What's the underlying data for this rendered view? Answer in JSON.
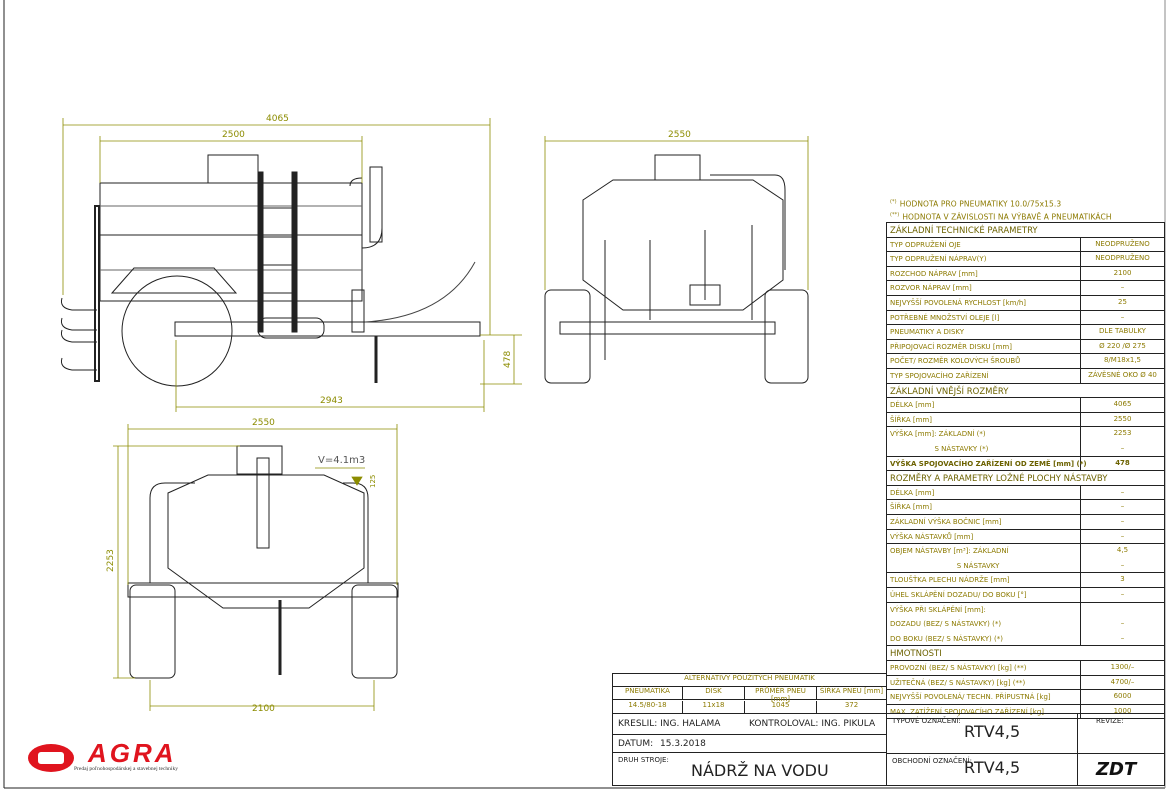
{
  "dimensions": {
    "side_length": "4065",
    "side_tank_length": "2500",
    "side_wheel_to_hitch": "2943",
    "side_hitch_height": "478",
    "rear_width": "2550",
    "front_width": "2550",
    "front_height": "2253",
    "front_volume": "V=4.1m3",
    "front_fill_gap": "125",
    "front_track": "2100"
  },
  "footnotes": [
    {
      "mark": "(*)",
      "text": "HODNOTA PRO PNEUMATIKY 10.0/75x15.3"
    },
    {
      "mark": "(**)",
      "text": "HODNOTA V ZÁVISLOSTI NA VÝBAVĚ A PNEUMATIKÁCH"
    }
  ],
  "params": [
    {
      "section": true,
      "lines": [
        "ZÁKLADNÍ TECHNICKÉ PARAMETRY"
      ]
    },
    {
      "lines": [
        "TYP ODPRUŽENÍ OJE"
      ],
      "values": [
        "NEODPRUŽENO"
      ]
    },
    {
      "lines": [
        "TYP ODPRUŽENÍ NÁPRAV(Y)"
      ],
      "values": [
        "NEODPRUŽENO"
      ]
    },
    {
      "lines": [
        "ROZCHOD NÁPRAV [mm]"
      ],
      "values": [
        "2100"
      ]
    },
    {
      "lines": [
        "ROZVOR NÁPRAV [mm]"
      ],
      "values": [
        "–"
      ]
    },
    {
      "lines": [
        "NEJVYŠŠÍ POVOLENÁ RYCHLOST [km/h]"
      ],
      "values": [
        "25"
      ]
    },
    {
      "lines": [
        "POTŘEBNÉ MNOŽSTVÍ OLEJE [l]"
      ],
      "values": [
        "–"
      ]
    },
    {
      "lines": [
        "PNEUMATIKY A DISKY"
      ],
      "values": [
        "DLE TABULKY"
      ]
    },
    {
      "lines": [
        "PŘIPOJOVACÍ ROZMĚR DISKU [mm]"
      ],
      "values": [
        "Ø 220 /Ø 275"
      ]
    },
    {
      "lines": [
        "POČET/ ROZMĚR KOLOVÝCH ŠROUBŮ"
      ],
      "values": [
        "8/M18x1,5"
      ]
    },
    {
      "lines": [
        "TYP SPOJOVACÍHO ZAŘÍZENÍ"
      ],
      "values": [
        "ZÁVĚSNÉ OKO Ø 40"
      ]
    },
    {
      "section": true,
      "lines": [
        "ZÁKLADNÍ VNĚJŠÍ ROZMĚRY"
      ]
    },
    {
      "lines": [
        "DÉLKA [mm]"
      ],
      "values": [
        "4065"
      ]
    },
    {
      "lines": [
        "ŠÍŘKA [mm]"
      ],
      "values": [
        "2550"
      ]
    },
    {
      "lines": [
        "VÝŠKA [mm]: ZÁKLADNÍ (*)",
        "                    S NÁSTAVKY (*)"
      ],
      "values": [
        "2253",
        "–"
      ]
    },
    {
      "bold": true,
      "lines": [
        "VÝŠKA SPOJOVACÍHO ZAŘÍZENÍ OD ZEMĚ [mm] (*)"
      ],
      "values": [
        "478"
      ]
    },
    {
      "section": true,
      "lines": [
        "ROZMĚRY A PARAMETRY LOŽNÉ PLOCHY NÁSTAVBY"
      ]
    },
    {
      "lines": [
        "DÉLKA [mm]"
      ],
      "values": [
        "–"
      ]
    },
    {
      "lines": [
        "ŠÍŘKA [mm]"
      ],
      "values": [
        "–"
      ]
    },
    {
      "lines": [
        "ZÁKLADNÍ VÝŠKA BOČNIC [mm]"
      ],
      "values": [
        "–"
      ]
    },
    {
      "lines": [
        "VÝŠKA NÁSTAVKŮ [mm]"
      ],
      "values": [
        "–"
      ]
    },
    {
      "lines": [
        "OBJEM NÁSTAVBY [m³]: ZÁKLADNÍ",
        "                              S NÁSTAVKY"
      ],
      "values": [
        "4,5",
        "–"
      ]
    },
    {
      "lines": [
        "TLOUŠŤKA PLECHU NÁDRŽE [mm]"
      ],
      "values": [
        "3"
      ]
    },
    {
      "lines": [
        "ÚHEL SKLÁPĚNÍ DOZADU/ DO BOKU [°]"
      ],
      "values": [
        "–"
      ]
    },
    {
      "lines": [
        "VÝŠKA PŘI SKLÁPĚNÍ [mm]:",
        "DOZADU (BEZ/ S NÁSTAVKY) (*)",
        "DO BOKU (BEZ/ S NÁSTAVKY) (*)"
      ],
      "values": [
        "",
        "–",
        "–"
      ]
    },
    {
      "section": true,
      "lines": [
        "HMOTNOSTI"
      ]
    },
    {
      "lines": [
        "PROVOZNÍ (BEZ/ S NÁSTAVKY) [kg] (**)"
      ],
      "values": [
        "1300/–"
      ]
    },
    {
      "lines": [
        "UŽITEČNÁ (BEZ/ S NÁSTAVKY) [kg] (**)"
      ],
      "values": [
        "4700/–"
      ]
    },
    {
      "lines": [
        "NEJVYŠŠÍ POVOLENÁ/ TECHN. PŘÍPUSTNÁ [kg]"
      ],
      "values": [
        "6000"
      ]
    },
    {
      "lines": [
        "MAX. ZATÍŽENÍ SPOJOVACÍHO ZAŘÍZENÍ [kg]"
      ],
      "values": [
        "1000"
      ]
    }
  ],
  "tires": {
    "title": "ALTERNATIVY POUŽITÝCH PNEUMATIK",
    "headers": [
      "PNEUMATIKA",
      "DISK",
      "PRŮMĚR PNEU [mm]",
      "ŠÍŘKA PNEU [mm]"
    ],
    "row": [
      "14.5/80-18",
      "11x18",
      "1045",
      "372"
    ]
  },
  "title_block": {
    "drawn_by": "KRESLIL: ING. HALAMA",
    "checked_by": "KONTROLOVAL: ING. PIKULA",
    "date_label": "DATUM:",
    "date": "15.3.2018",
    "machine_type_label": "DRUH STROJE:",
    "machine_type": "NÁDRŽ NA VODU",
    "type_label": "TYPOVÉ OZNAČENÍ:",
    "type_value": "RTV4,5",
    "trade_label": "OBCHODNÍ OZNAČENÍ:",
    "trade_value": "RTV4,5",
    "revision_label": "REVIZE:",
    "zdt_logo": "ZDT"
  },
  "agra_logo": {
    "name": "AGRA",
    "tagline": "Predaj poľnohospodárskej a stavebnej techniky"
  },
  "colors": {
    "dimension": "#8c8c00",
    "text": "#8c7a00",
    "line": "#222222",
    "agra_red": "#e0141e"
  }
}
